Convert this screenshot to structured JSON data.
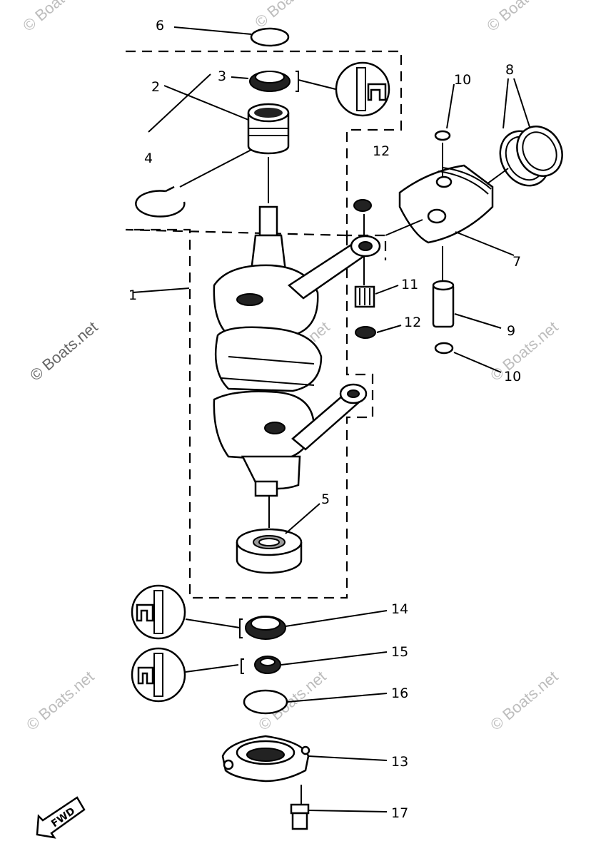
{
  "watermark": "© Boats.net",
  "callouts": {
    "c1": "1",
    "c2": "2",
    "c3": "3",
    "c4": "4",
    "c5": "5",
    "c6": "6",
    "c7": "7",
    "c8": "8",
    "c9": "9",
    "c10a": "10",
    "c10b": "10",
    "c11": "11",
    "c12a": "12",
    "c12b": "12",
    "c13": "13",
    "c14": "14",
    "c15": "15",
    "c16": "16",
    "c17": "17"
  },
  "fwd_label": "FWD"
}
